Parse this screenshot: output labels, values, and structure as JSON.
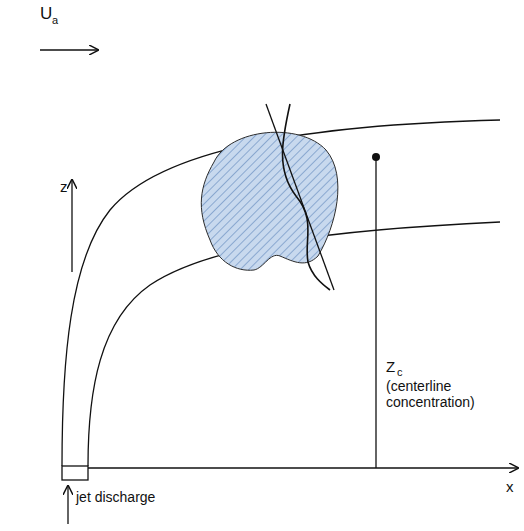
{
  "diagram": {
    "labels": [
      "U",
      "a",
      "z",
      "x",
      "Z",
      "c",
      "(centerline concentration)",
      "jet discharge"
    ]
  }
}
